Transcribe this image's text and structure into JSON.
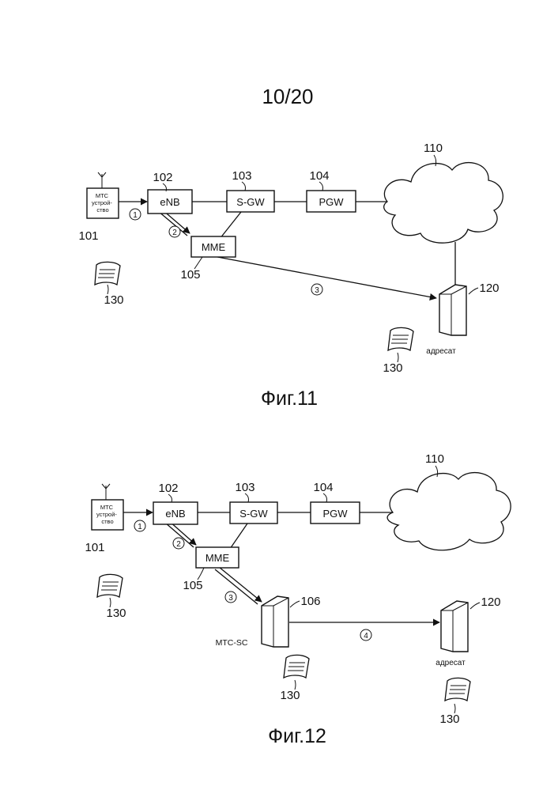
{
  "page_number": "10/20",
  "figures": [
    {
      "caption": "Фиг.11",
      "nodes": {
        "mtc_device": {
          "label_lines": [
            "МТС",
            "устрой-",
            "ство"
          ],
          "ref": "101"
        },
        "enb": {
          "label": "eNB",
          "ref": "102"
        },
        "sgw": {
          "label": "S-GW",
          "ref": "103"
        },
        "pgw": {
          "label": "PGW",
          "ref": "104"
        },
        "mme": {
          "label": "MME",
          "ref": "105"
        },
        "network": {
          "ref": "110"
        },
        "recipient": {
          "label": "адресат",
          "ref": "120"
        }
      },
      "steps": [
        "1",
        "2",
        "3"
      ],
      "message_refs": [
        "130",
        "130"
      ]
    },
    {
      "caption": "Фиг.12",
      "nodes": {
        "mtc_device": {
          "label_lines": [
            "МТС",
            "устрой-",
            "ство"
          ],
          "ref": "101"
        },
        "enb": {
          "label": "eNB",
          "ref": "102"
        },
        "sgw": {
          "label": "S-GW",
          "ref": "103"
        },
        "pgw": {
          "label": "PGW",
          "ref": "104"
        },
        "mme": {
          "label": "MME",
          "ref": "105"
        },
        "mtc_sc": {
          "label": "MTC-SC",
          "ref": "106"
        },
        "network": {
          "ref": "110"
        },
        "recipient": {
          "label": "адресат",
          "ref": "120"
        }
      },
      "steps": [
        "1",
        "2",
        "3",
        "4"
      ],
      "message_refs": [
        "130",
        "130",
        "130"
      ]
    }
  ]
}
